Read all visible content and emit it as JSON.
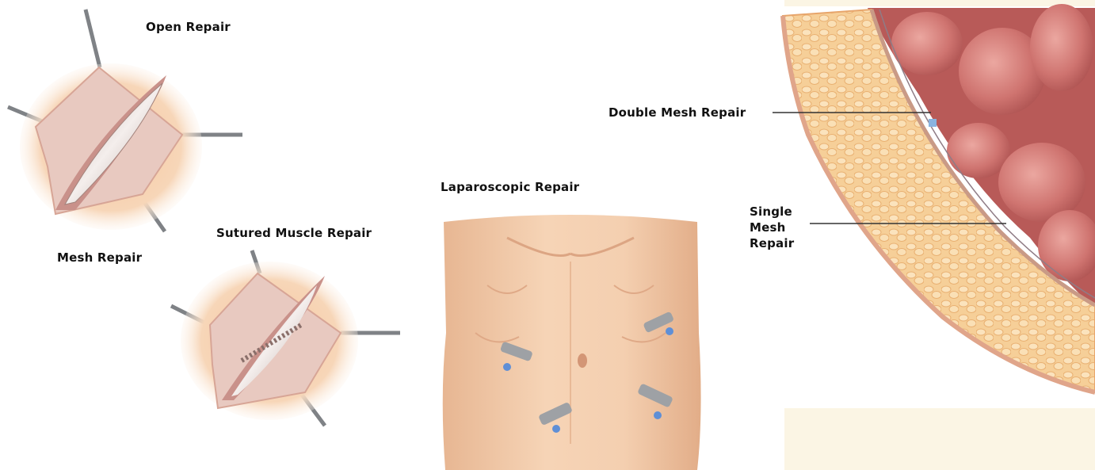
{
  "labels": {
    "open_repair": "Open Repair",
    "mesh_repair": "Mesh Repair",
    "sutured_muscle_repair": "Sutured Muscle Repair",
    "laparoscopic_repair": "Laparoscopic Repair",
    "double_mesh_repair": "Double Mesh Repair",
    "single_mesh_repair": "Single\nMesh\nRepair"
  },
  "colors": {
    "skin": "#f1c7a5",
    "tissue": "#e9c1b4",
    "intestine": "#c96a66",
    "fat": "#f3c98b",
    "cream_panel": "#fbf5e4",
    "instrument": "#8d8f92",
    "leader_line": "#333333"
  }
}
